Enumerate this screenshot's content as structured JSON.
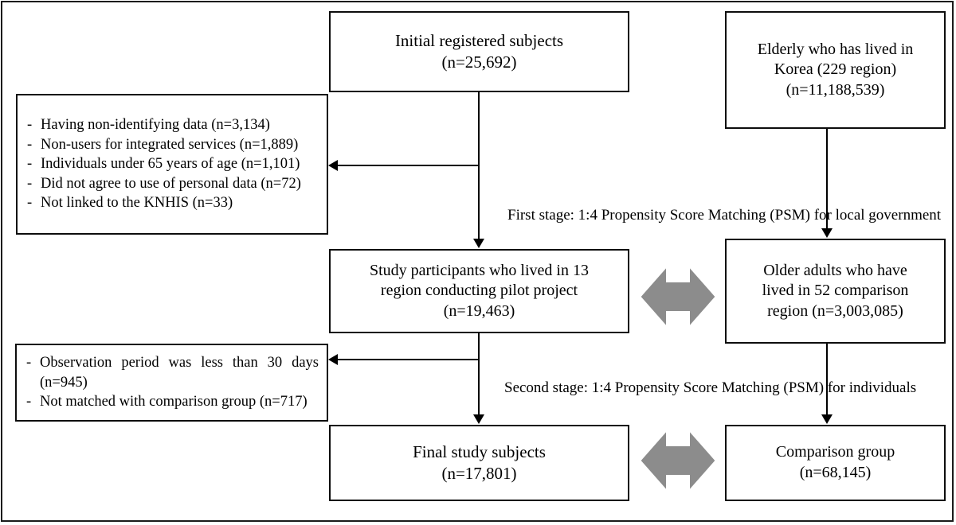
{
  "figure": {
    "type": "study-flow-diagram",
    "colors": {
      "stroke": "#0d0d0d",
      "frame": "#1a1a1a",
      "arrow_fill": "#8c8c8c",
      "arrow_stroke": "#8c8c8c",
      "background": "#ffffff"
    }
  },
  "nodes": {
    "initial_registered": {
      "label": "Initial registered subjects\n(n=25,692)",
      "line1": "Initial registered subjects",
      "line2": "(n=25,692)",
      "count": "25,692"
    },
    "elderly_korea": {
      "label": "Elderly who has lived in\nKorea (229 region)\n(n=11,188,539)",
      "line1": "Elderly who has lived in",
      "line2": "Korea (229 region)",
      "line3": "(n=11,188,539)",
      "count": "11,188,539",
      "regions": "229"
    },
    "study_participants": {
      "label": "Study participants  who lived in 13\nregion conducting pilot project\n(n=19,463)",
      "line1": "Study participants  who lived in 13",
      "line2": "region conducting pilot project",
      "line3": "(n=19,463)",
      "count": "19,463",
      "regions": "13"
    },
    "older_adults_comparison": {
      "label": "Older adults who have\nlived in 52 comparison\nregion (n=3,003,085)",
      "line1": "Older adults who have",
      "line2": "lived in 52 comparison",
      "line3": "region (n=3,003,085)",
      "count": "3,003,085",
      "regions": "52"
    },
    "final_study_subjects": {
      "label": "Final study subjects\n(n=17,801)",
      "line1": "Final study subjects",
      "line2": "(n=17,801)",
      "count": "17,801"
    },
    "comparison_group": {
      "label": "Comparison group\n(n=68,145)",
      "line1": "Comparison group",
      "line2": "(n=68,145)",
      "count": "68,145"
    }
  },
  "exclusions": {
    "first": {
      "bullet": "-",
      "items": [
        "Having non-identifying data (n=3,134)",
        "Non-users for integrated services (n=1,889)",
        "Individuals under 65 years of age (n=1,101)",
        "Did not agree to use of personal data (n=72)",
        "Not linked to the KNHIS (n=33)"
      ]
    },
    "second": {
      "bullet": "-",
      "items": [
        "Observation period was less than 30 days (n=945)",
        "Not matched with comparison group (n=717)"
      ]
    }
  },
  "stage_labels": {
    "first_stage": "First stage: 1:4 Propensity Score Matching (PSM) for local government",
    "second_stage": "Second stage: 1:4 Propensity Score Matching (PSM) for individuals"
  },
  "arrows": {
    "matching_top": "double-headed-arrow",
    "matching_bottom": "double-headed-arrow"
  }
}
